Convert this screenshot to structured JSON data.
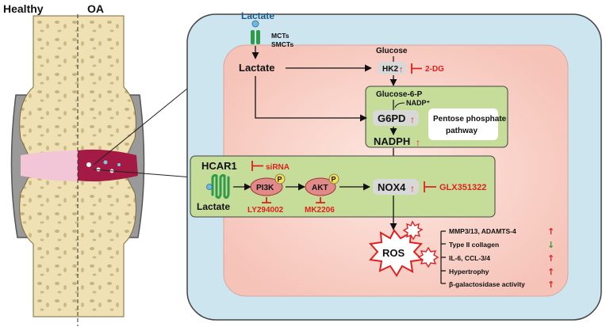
{
  "joint": {
    "healthy_label": "Healthy",
    "oa_label": "OA"
  },
  "membrane": {
    "outer_lactate": "Lactate",
    "transporter_line1": "MCTs",
    "transporter_line2": "SMCTs"
  },
  "cell": {
    "inner_lactate": "Lactate",
    "glucose": "Glucose",
    "hk2": "HK2",
    "hk2_inhibitor": "2-DG",
    "g6p": "Glucose-6-P",
    "nadp": "NADP⁺",
    "g6pd": "G6PD",
    "ppp_line1": "Pentose phosphate",
    "ppp_line2": "pathway",
    "nadph": "NADPH",
    "hcar1": "HCAR1",
    "sirna": "siRNA",
    "receptor_lactate": "Lactate",
    "pi3k": "PI3K",
    "pi3k_inhibitor": "LY294002",
    "akt": "AKT",
    "akt_inhibitor": "MK2206",
    "phospho": "P",
    "nox4": "NOX4",
    "nox4_inhibitor": "GLX351322",
    "ros": "ROS"
  },
  "outcomes": [
    {
      "label": "MMP3/13, ADAMTS-4",
      "direction": "up"
    },
    {
      "label": "Type II collagen",
      "direction": "down"
    },
    {
      "label": "IL-6, CCL-3/4",
      "direction": "up"
    },
    {
      "label": "Hypertrophy",
      "direction": "up"
    },
    {
      "label": "β-galactosidase activity",
      "direction": "up"
    }
  ],
  "colors": {
    "outer_cell": "#cde5ef",
    "inner_cell": "#f9d2c9",
    "green_box": "#c6dd9a",
    "red": "#e02020",
    "green_arrow": "#3a9a3a",
    "bone": "#efe1b3"
  }
}
